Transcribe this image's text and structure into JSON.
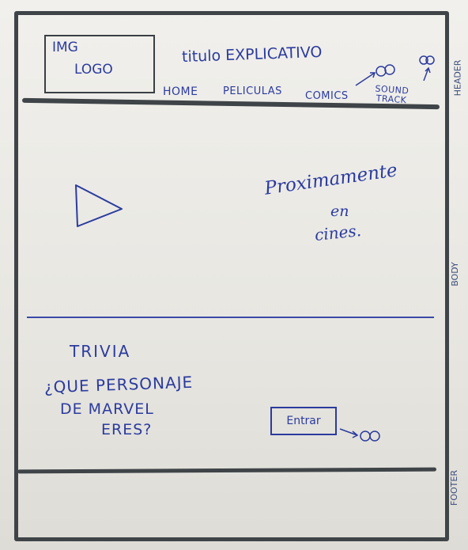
{
  "header": {
    "logo_line1": "IMG",
    "logo_line2": "LOGO",
    "title": "titulo EXPLICATIVO",
    "nav": {
      "home": "HOME",
      "peliculas": "PELICULAS",
      "comics": "COMICS",
      "soundtrack_1": "SOUND",
      "soundtrack_2": "TRACK"
    },
    "side_label": "HEADER"
  },
  "body": {
    "coming_soon_1": "Proximamente",
    "coming_soon_2": "en",
    "coming_soon_3": "cines.",
    "side_label": "BODY",
    "trivia": {
      "title": "TRIVIA",
      "question_1": "¿QUE PERSONAJE",
      "question_2": "DE MARVEL",
      "question_3": "ERES?",
      "button_label": "Entrar"
    }
  },
  "footer": {
    "side_label": "FOOTER"
  },
  "colors": {
    "ink_blue": "#2b3b9e",
    "frame_gray": "#3f4448"
  }
}
